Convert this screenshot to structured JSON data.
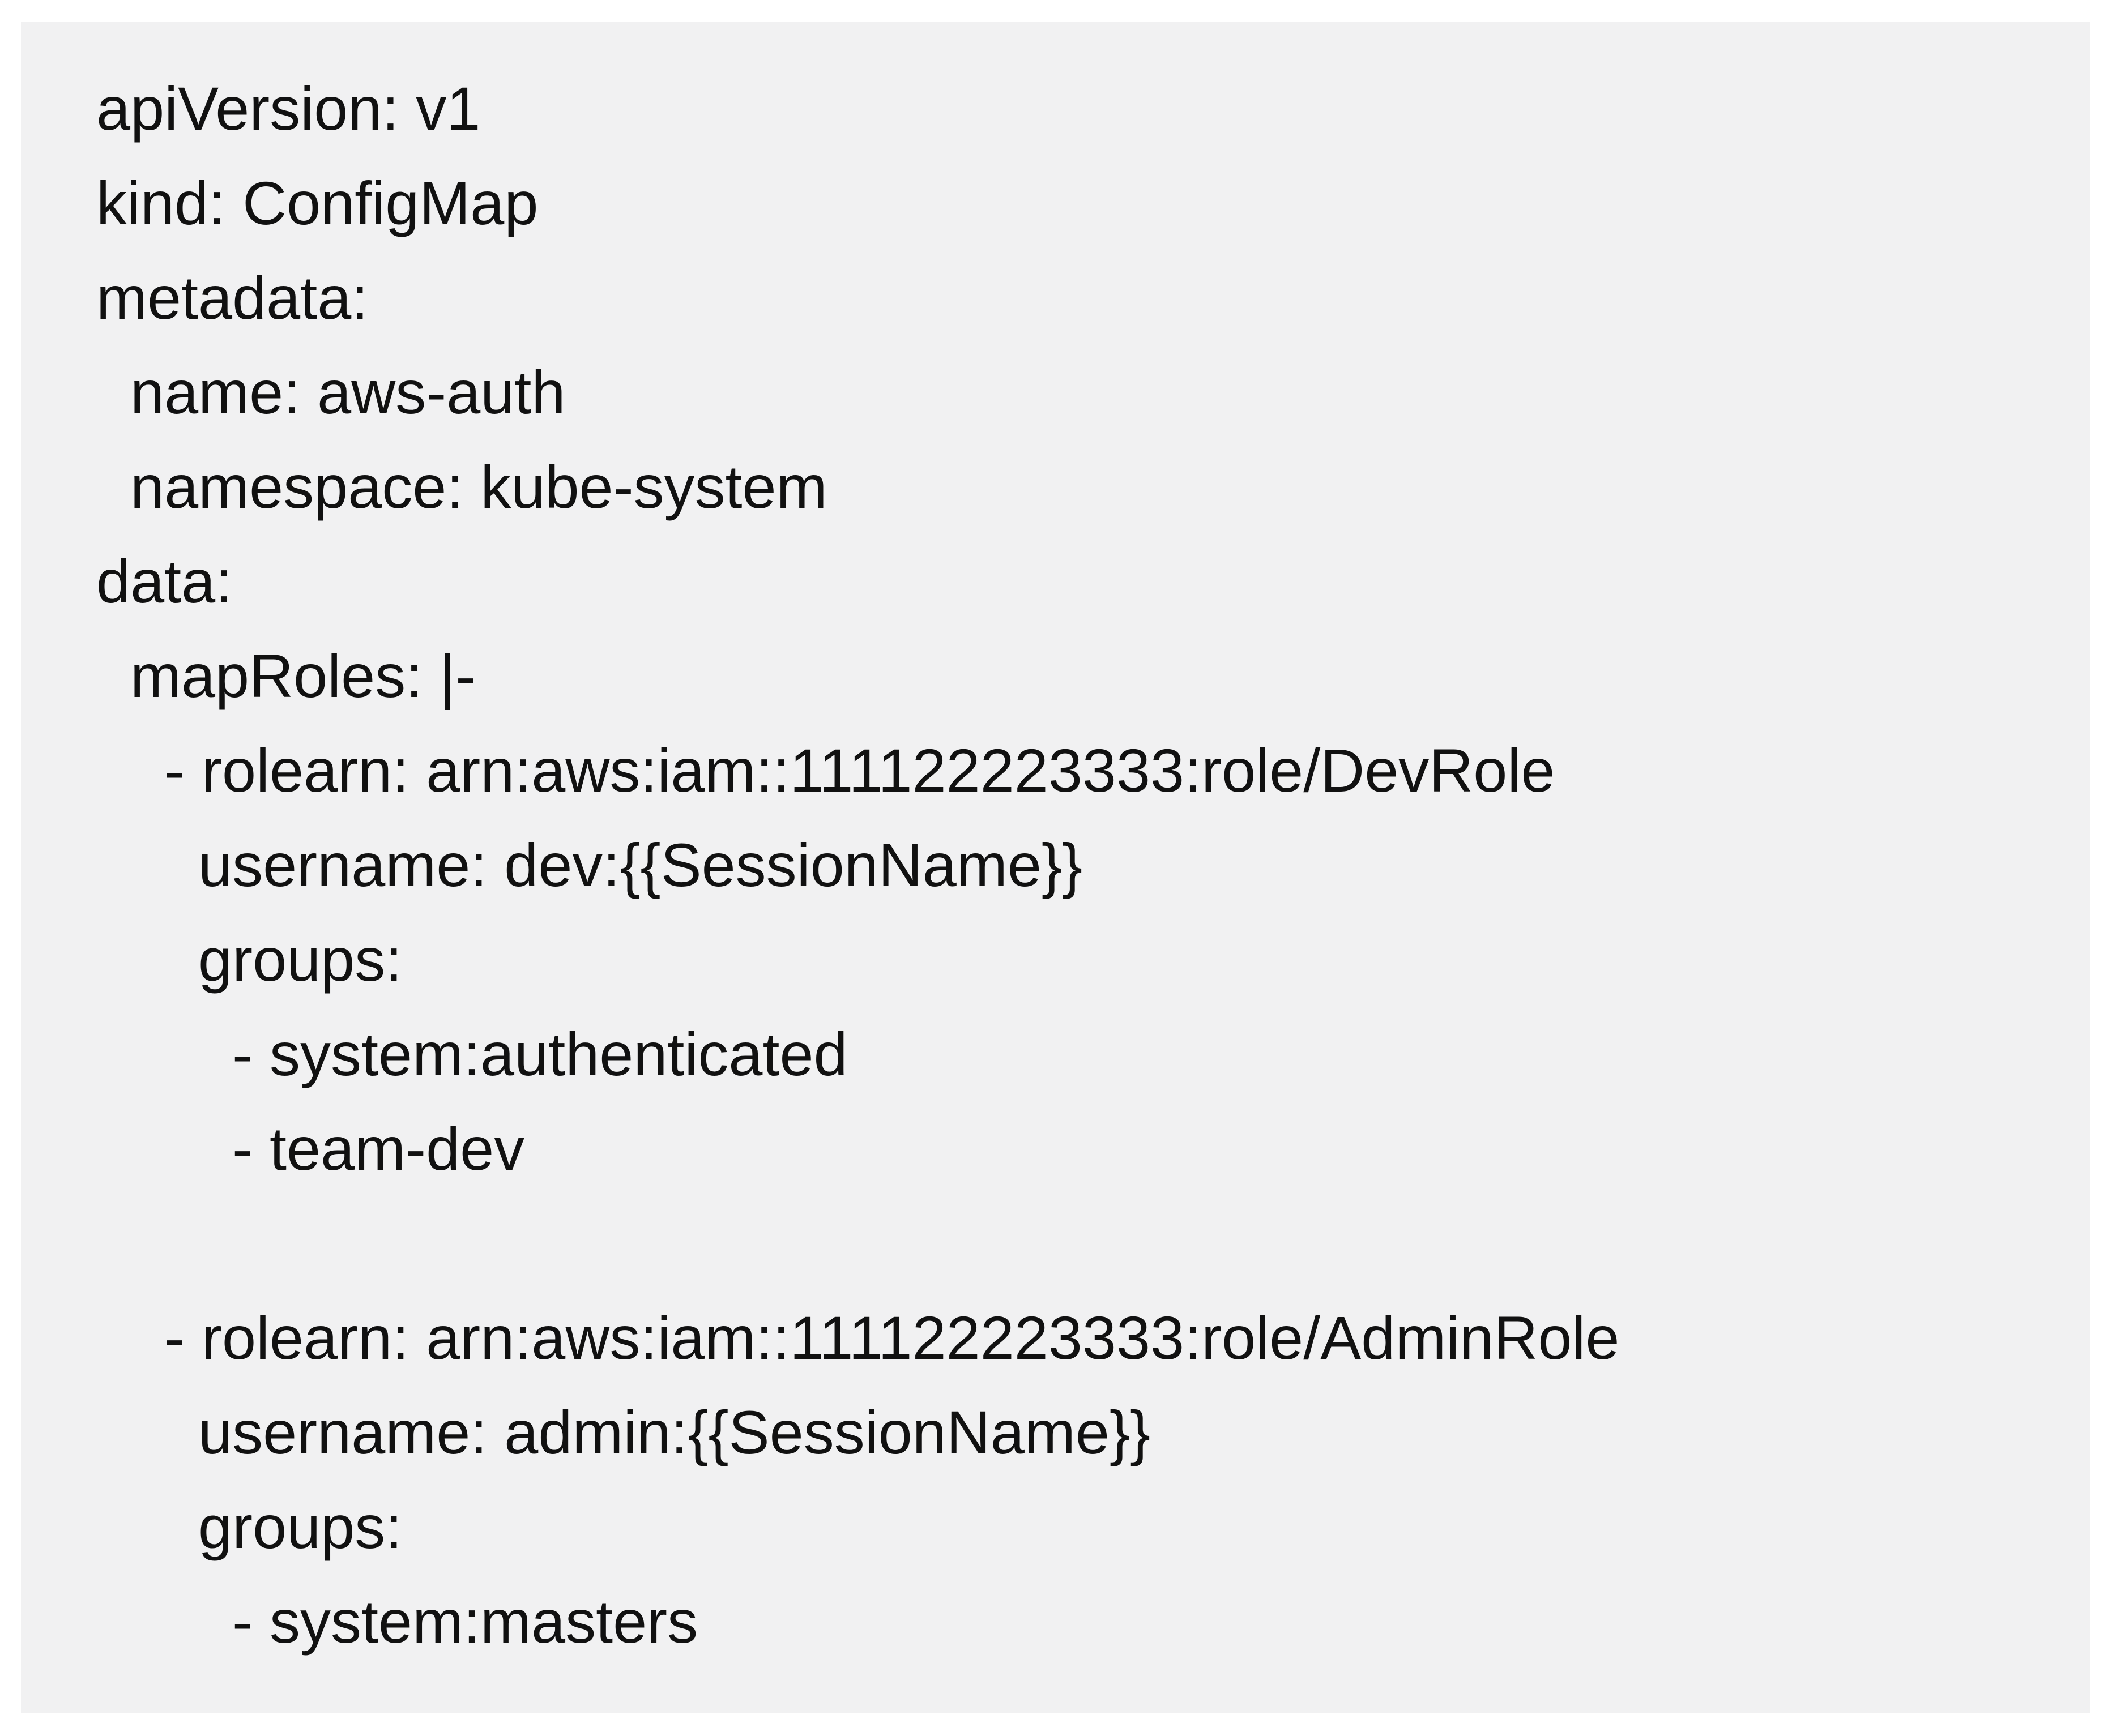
{
  "page": {
    "background": "#ffffff"
  },
  "panel": {
    "background": "#f1f1f2",
    "text_color": "#111111"
  },
  "code": {
    "language": "yaml",
    "lines": [
      "apiVersion: v1",
      "kind: ConfigMap",
      "metadata:",
      "  name: aws-auth",
      "  namespace: kube-system",
      "data:",
      "  mapRoles: |-",
      "    - rolearn: arn:aws:iam::111122223333:role/DevRole",
      "      username: dev:{{SessionName}}",
      "      groups:",
      "        - system:authenticated",
      "        - team-dev",
      "",
      "    - rolearn: arn:aws:iam::111122223333:role/AdminRole",
      "      username: admin:{{SessionName}}",
      "      groups:",
      "        - system:masters"
    ]
  }
}
